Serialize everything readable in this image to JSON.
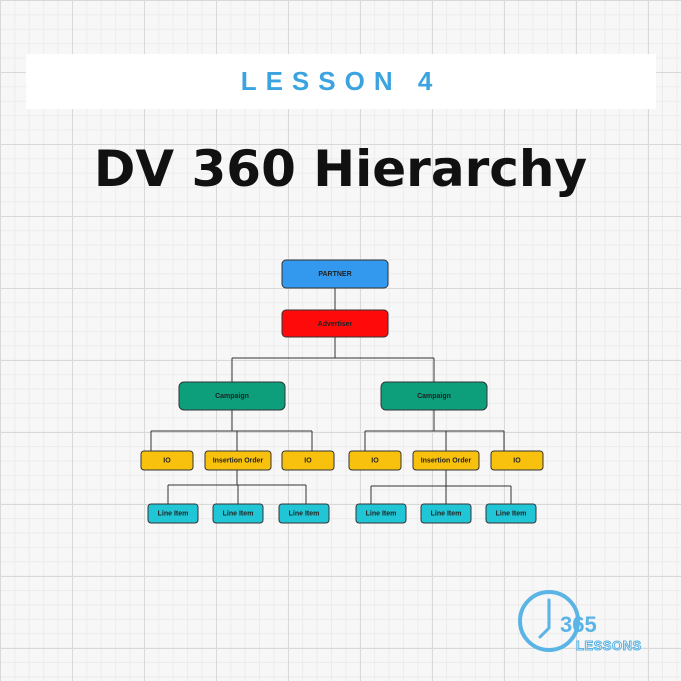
{
  "header": {
    "lesson_label": "LESSON 4"
  },
  "title": "DV 360 Hierarchy",
  "hierarchy": {
    "partner": {
      "label": "PARTNER",
      "color": "#3399ee"
    },
    "advertiser": {
      "label": "Advertiser",
      "color": "#ff0a0a"
    },
    "campaigns": [
      {
        "label": "Campaign",
        "color": "#0d9e7c",
        "orders": [
          {
            "label": "IO",
            "color": "#f7c10e"
          },
          {
            "label": "Insertion Order",
            "color": "#f7c10e",
            "line_items": [
              {
                "label": "Line Item",
                "color": "#21c6d6"
              },
              {
                "label": "Line Item",
                "color": "#21c6d6"
              },
              {
                "label": "Line Item",
                "color": "#21c6d6"
              }
            ]
          },
          {
            "label": "IO",
            "color": "#f7c10e"
          }
        ]
      },
      {
        "label": "Campaign",
        "color": "#0d9e7c",
        "orders": [
          {
            "label": "IO",
            "color": "#f7c10e"
          },
          {
            "label": "Insertion Order",
            "color": "#f7c10e",
            "line_items": [
              {
                "label": "Line Item",
                "color": "#21c6d6"
              },
              {
                "label": "Line Item",
                "color": "#21c6d6"
              },
              {
                "label": "Line Item",
                "color": "#21c6d6"
              }
            ]
          },
          {
            "label": "IO",
            "color": "#f7c10e"
          }
        ]
      }
    ]
  },
  "logo": {
    "number": "365",
    "word": "LESSONS",
    "color": "#5ab4e6"
  }
}
